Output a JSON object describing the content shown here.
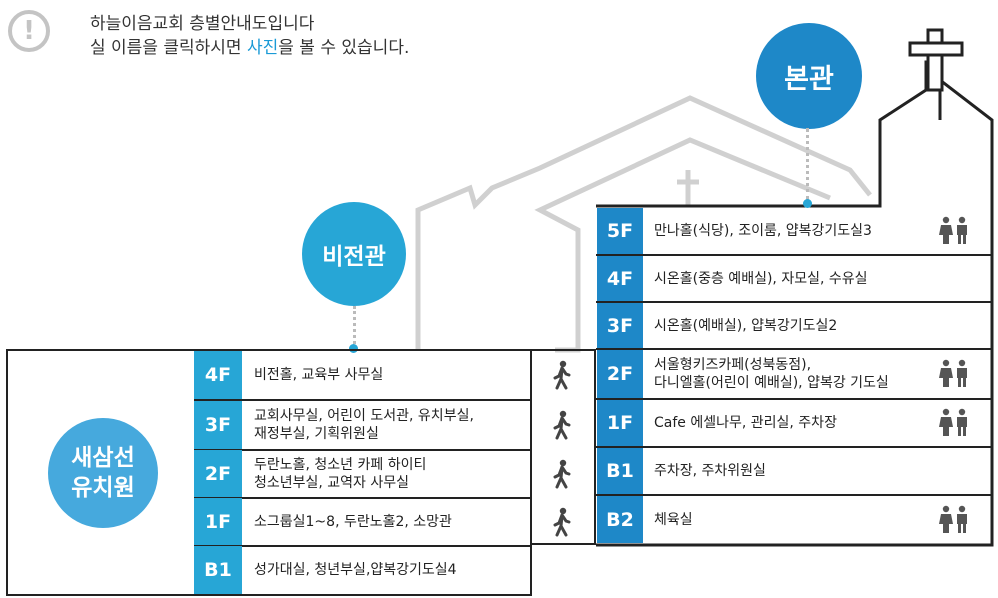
{
  "notice": {
    "icon": "exclamation-icon",
    "line1": "하늘이음교회 층별안내도입니다",
    "line2_prefix": "실 이름을 클릭하시면 ",
    "line2_highlight": "사진",
    "line2_suffix": "을 볼 수 있습니다."
  },
  "buildings": {
    "main": {
      "name": "본관"
    },
    "bijeon": {
      "name": "비전관"
    },
    "kindergarten": {
      "name_line1": "새삼선",
      "name_line2": "유치원"
    }
  },
  "main_floors": [
    {
      "floor": "5F",
      "rooms": "만나홀(식당), 조이룸, 얍복강기도실3",
      "restroom": true
    },
    {
      "floor": "4F",
      "rooms": "시온홀(중층 예배실), 자모실, 수유실",
      "restroom": false
    },
    {
      "floor": "3F",
      "rooms": "시온홀(예배실), 얍복강기도실2",
      "restroom": false
    },
    {
      "floor": "2F",
      "rooms_line1": "서울형키즈카페(성북동점),",
      "rooms_line2": "다니엘홀(어린이 예배실), 얍복강 기도실",
      "restroom": true
    },
    {
      "floor": "1F",
      "rooms": "Cafe 에셀나무, 관리실, 주차장",
      "restroom": true
    },
    {
      "floor": "B1",
      "rooms": "주차장, 주차위원실",
      "restroom": false
    },
    {
      "floor": "B2",
      "rooms": "체육실",
      "restroom": true
    }
  ],
  "bijeon_floors": [
    {
      "floor": "4F",
      "rooms": "비전홀, 교육부 사무실",
      "walkway": true
    },
    {
      "floor": "3F",
      "rooms_line1": "교회사무실, 어린이 도서관, 유치부실,",
      "rooms_line2": "재정부실, 기획위원실",
      "walkway": true
    },
    {
      "floor": "2F",
      "rooms_line1": "두란노홀, 청소년 카페 하이티",
      "rooms_line2": "청소년부실, 교역자 사무실",
      "walkway": true
    },
    {
      "floor": "1F",
      "rooms": "소그룹실1~8, 두란노홀2, 소망관",
      "walkway": true
    },
    {
      "floor": "B1",
      "rooms": "성가대실, 청년부실,얍복강기도실4",
      "walkway": false
    }
  ],
  "colors": {
    "accent": "#27a6d6",
    "accent_dark": "#1e88c8",
    "outline": "#222222",
    "faded": "#d0d0d0"
  }
}
